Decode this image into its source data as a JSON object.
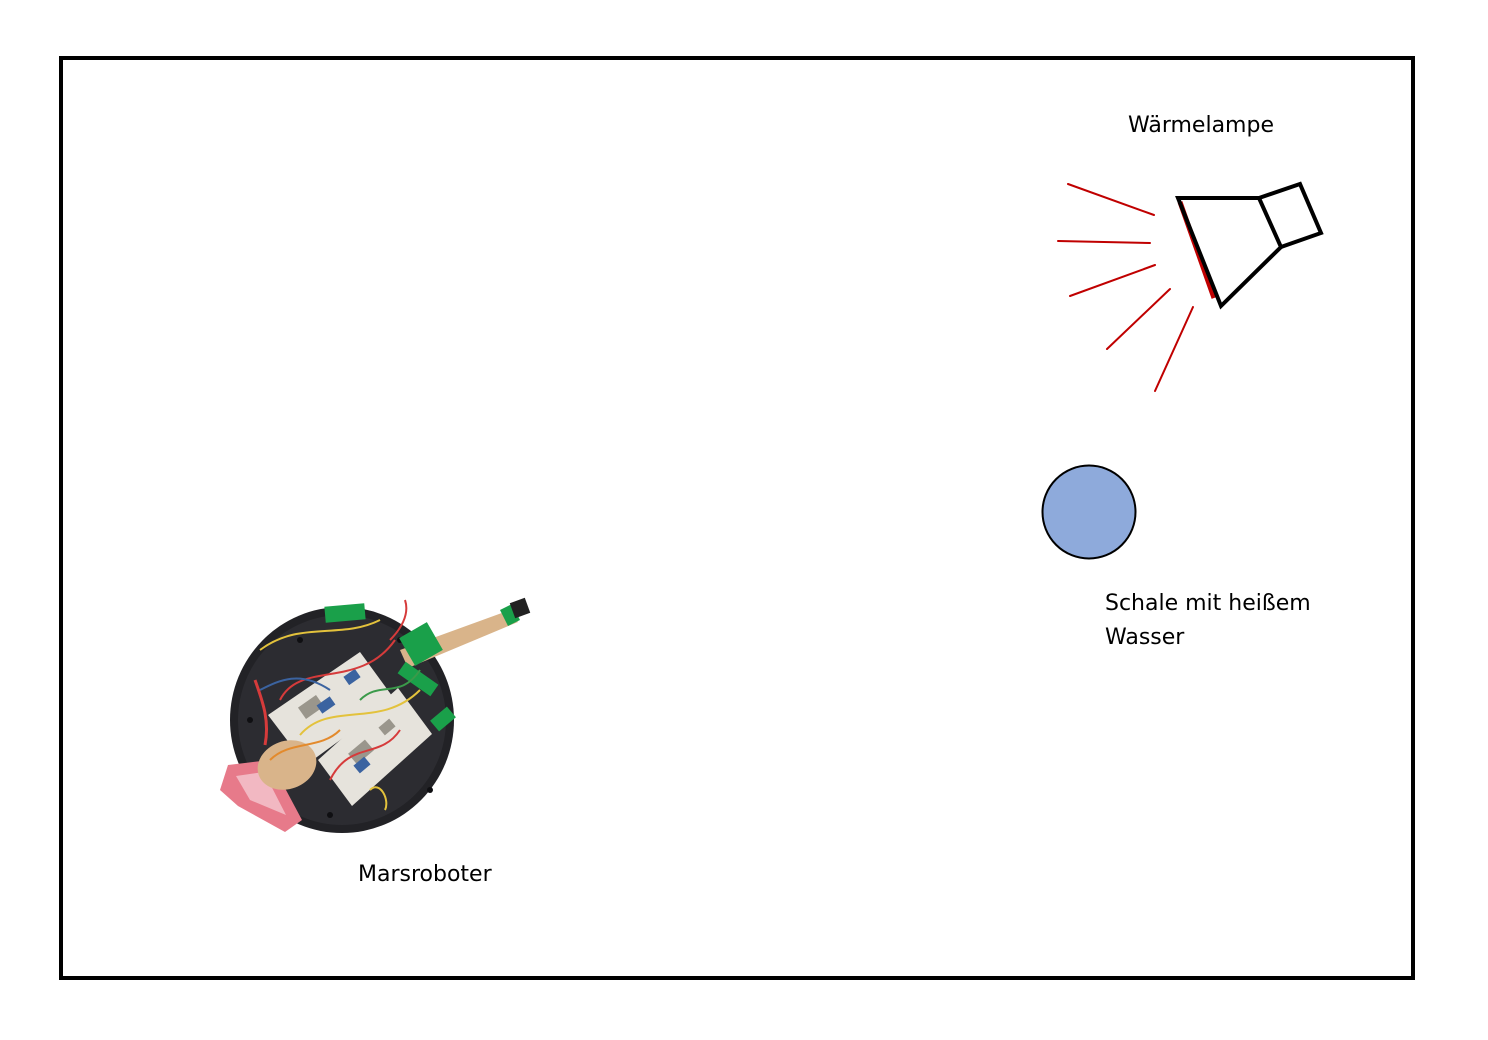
{
  "labels": {
    "lamp": "Wärmelampe",
    "bowl_line1": "Schale mit heißem",
    "bowl_line2": "Wasser",
    "robot": "Marsroboter"
  },
  "colors": {
    "frame": "#000000",
    "heat_rays": "#c00000",
    "bowl_fill": "#8eaadb",
    "bowl_stroke": "#000000",
    "robot_base": "#222226",
    "tape": "#1aa04a",
    "breadboard": "#e6e3dc",
    "wood": "#d9b48a",
    "pink_part": "#e77a8a"
  },
  "icons": {
    "lamp": "heat-lamp-icon",
    "bowl": "water-bowl-icon",
    "robot": "mars-robot-photo"
  }
}
